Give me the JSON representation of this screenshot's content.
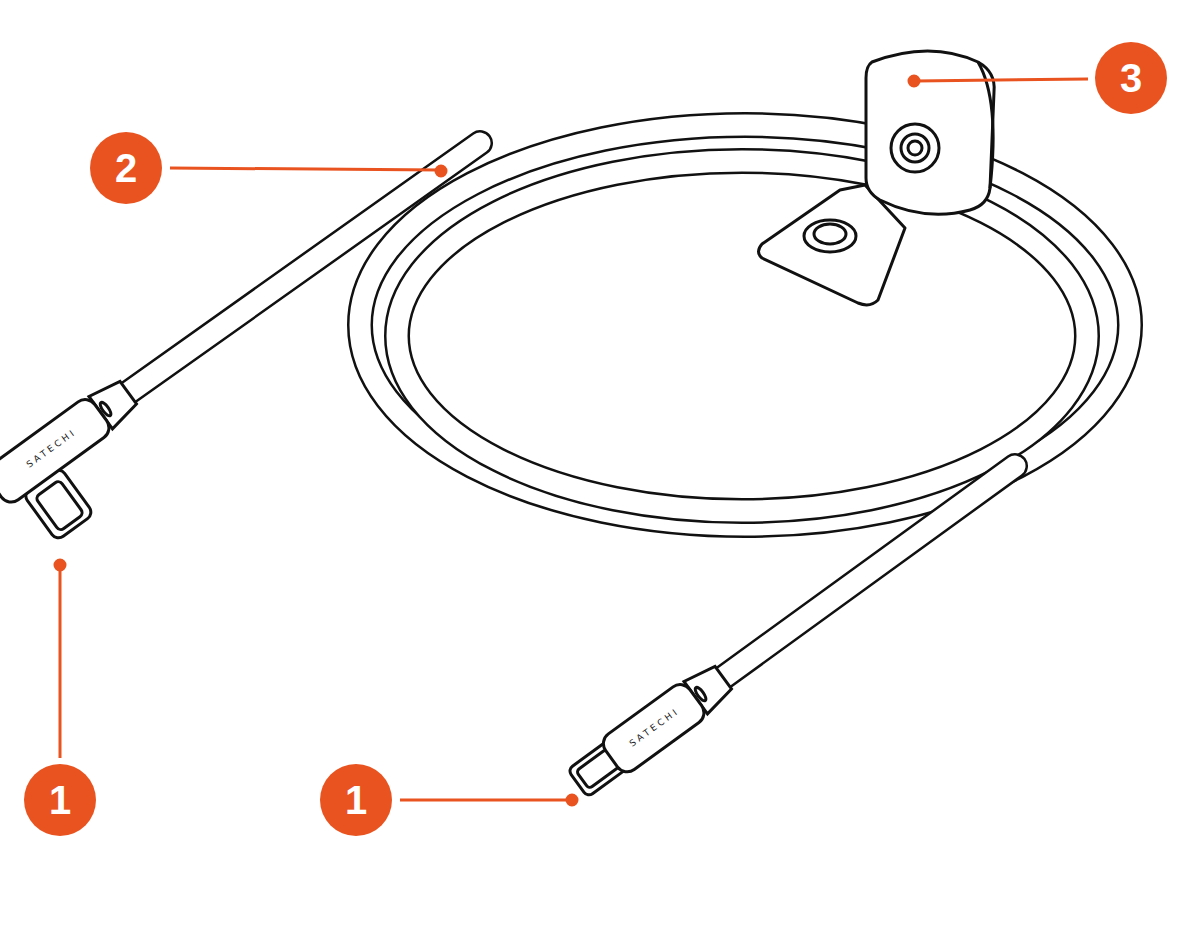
{
  "diagram": {
    "labels": [
      "3",
      "2",
      "SATECHI",
      "SATECHI",
      "1",
      "1"
    ]
  }
}
